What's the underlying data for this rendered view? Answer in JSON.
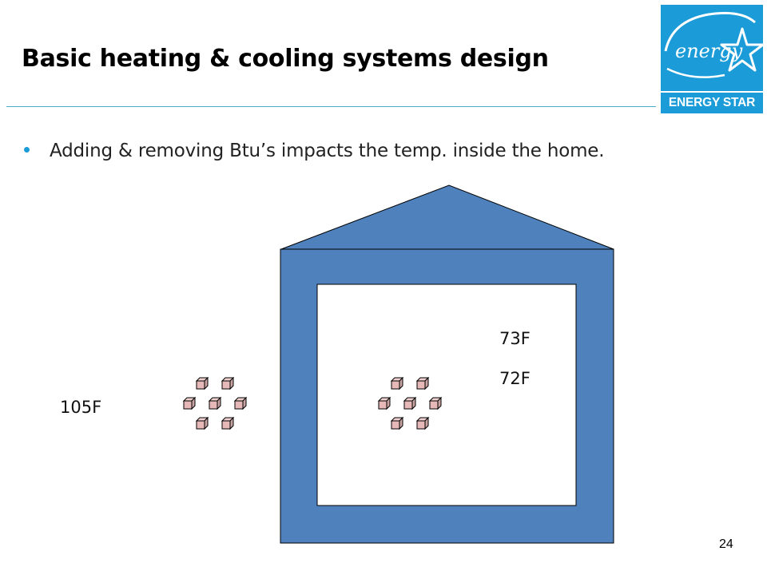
{
  "slide": {
    "title": "Basic heating & cooling systems design",
    "bullets": [
      "Adding & removing Btu’s impacts the temp. inside the home."
    ],
    "page_number": "24"
  },
  "logo": {
    "script_text": "energy",
    "label": "ENERGY STAR",
    "color": "#1b9bd7"
  },
  "diagram": {
    "outside_temp": "105F",
    "inside_temps": [
      "73F",
      "72F"
    ],
    "house_color": "#4f81bd",
    "btu_cube_color": "#e6b9b8",
    "btu_groups": [
      {
        "location": "outside",
        "cube_count": 7
      },
      {
        "location": "inside",
        "cube_count": 7
      }
    ]
  }
}
